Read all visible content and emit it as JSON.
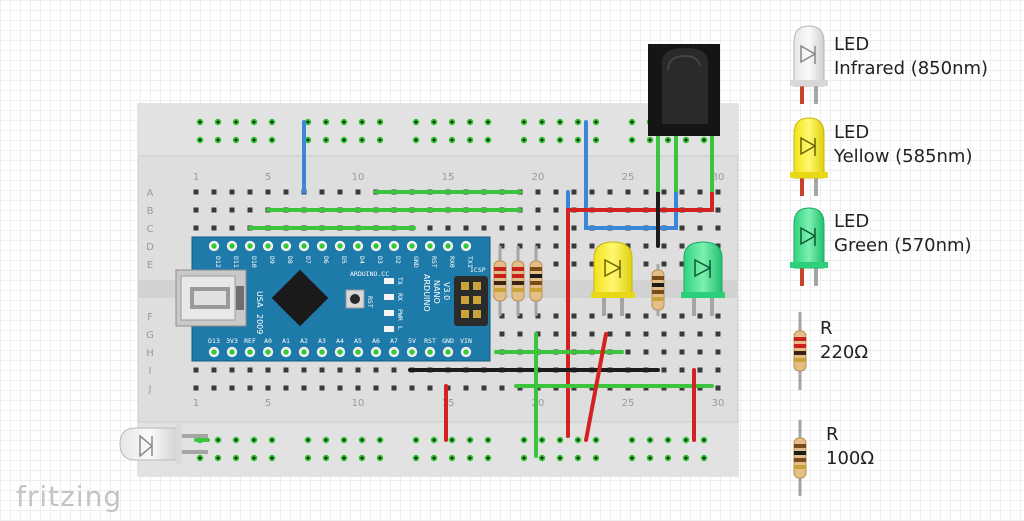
{
  "brand": {
    "name": "fritzing"
  },
  "breadboard": {
    "col_labels_top": [
      "1",
      "5",
      "10",
      "15",
      "20",
      "25",
      "30"
    ],
    "col_labels_bottom": [
      "1",
      "5",
      "10",
      "15",
      "20",
      "25",
      "30"
    ],
    "row_labels_top": [
      "A",
      "B",
      "C",
      "D",
      "E"
    ],
    "row_labels_bottom": [
      "F",
      "G",
      "H",
      "I",
      "J"
    ]
  },
  "arduino": {
    "top_pins": [
      "D12",
      "D11",
      "D10",
      "D9",
      "D8",
      "D7",
      "D6",
      "D5",
      "D4",
      "D3",
      "D2",
      "GND",
      "RST",
      "RX0",
      "TX1"
    ],
    "bottom_pins": [
      "D13",
      "3V3",
      "REF",
      "A0",
      "A1",
      "A2",
      "A3",
      "A4",
      "A5",
      "A6",
      "A7",
      "5V",
      "RST",
      "GND",
      "VIN"
    ],
    "usa_label": "USA",
    "year_label": "2009",
    "brand_label": "ARDUINO.CC",
    "model_label": "ARDUINO",
    "model_sub": "NANO",
    "version_label": "V3.0",
    "icsp_label": "ICSP",
    "rst_label": "RST",
    "tx_label": "TX",
    "rx_label": "RX",
    "pwr_label": "PWR",
    "l_label": "L"
  },
  "legend": [
    {
      "title": "LED",
      "desc": "Infrared (850nm)"
    },
    {
      "title": "LED",
      "desc": "Yellow (585nm)"
    },
    {
      "title": "LED",
      "desc": "Green (570nm)"
    },
    {
      "title": "R",
      "desc": "220Ω"
    },
    {
      "title": "R",
      "desc": "100Ω"
    }
  ],
  "colors": {
    "wire_green": "#3cc43c",
    "wire_red": "#d42222",
    "wire_blue": "#3a86d8",
    "wire_black": "#1c1c1c",
    "nano_blue": "#1e7aa8",
    "breadboard": "#dcdcdc"
  }
}
